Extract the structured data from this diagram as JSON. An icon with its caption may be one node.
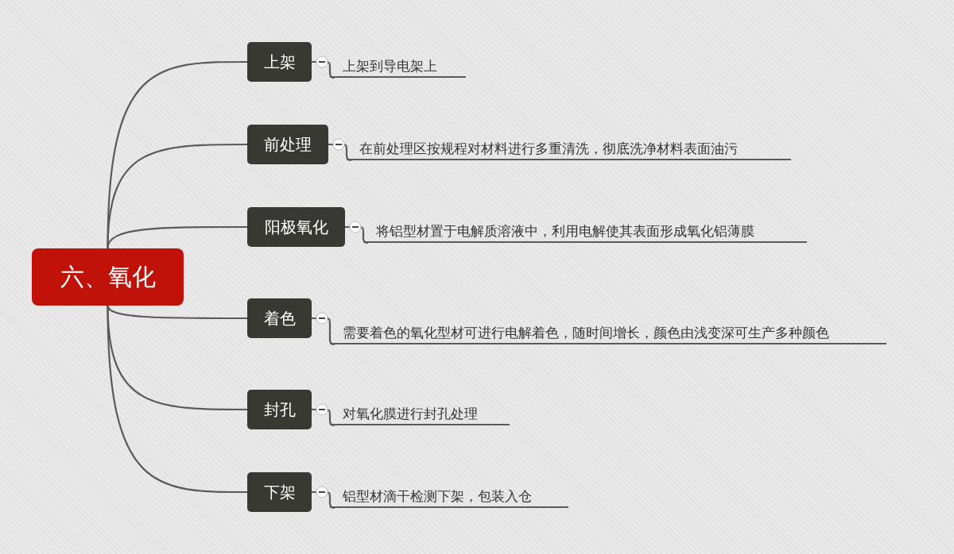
{
  "diagram": {
    "nodes": [
      {
        "text": [
          "六、氧化"
        ]
      },
      {
        "text": [
          "上架"
        ]
      },
      {
        "text": [
          "上架到导电架上"
        ]
      },
      {
        "text": [
          "前处理"
        ]
      },
      {
        "text": [
          "在前处理区按规程对材料进行多重清洗，彻底洗净材料表面油污"
        ]
      },
      {
        "text": [
          "阳极氧化"
        ]
      },
      {
        "text": [
          "将铝型材置于电解质溶液中，利用电解使其表面形成氧化铝薄膜"
        ]
      },
      {
        "text": [
          "着色"
        ]
      },
      {
        "text": [
          "需要着色的氧化型材可进行电解着色，随时间增长，颜色由浅变深可生产多种颜色"
        ]
      },
      {
        "text": [
          "封孔"
        ]
      },
      {
        "text": [
          "对氧化膜进行封孔处理"
        ]
      },
      {
        "text": [
          "下架"
        ]
      },
      {
        "text": [
          "铝型材滴干检测下架，包装入仓"
        ]
      }
    ],
    "edges": [
      {
        "from": 0,
        "to": 1,
        "arrow": "none"
      },
      {
        "from": 0,
        "to": 3,
        "arrow": "none"
      },
      {
        "from": 0,
        "to": 5,
        "arrow": "none"
      },
      {
        "from": 0,
        "to": 7,
        "arrow": "none"
      },
      {
        "from": 0,
        "to": 9,
        "arrow": "none"
      },
      {
        "from": 0,
        "to": 11,
        "arrow": "none"
      },
      {
        "from": 1,
        "to": 2,
        "arrow": "none"
      },
      {
        "from": 3,
        "to": 4,
        "arrow": "none"
      },
      {
        "from": 5,
        "to": 6,
        "arrow": "none"
      },
      {
        "from": 7,
        "to": 8,
        "arrow": "none"
      },
      {
        "from": 9,
        "to": 10,
        "arrow": "none"
      },
      {
        "from": 11,
        "to": 12,
        "arrow": "none"
      }
    ]
  }
}
